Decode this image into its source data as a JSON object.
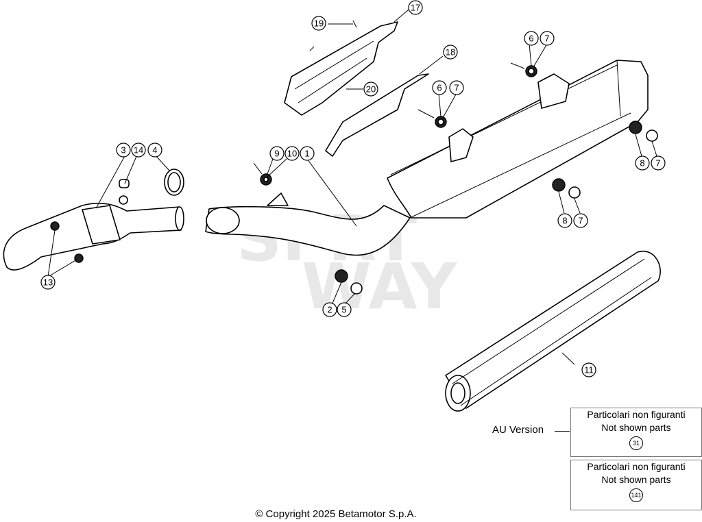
{
  "watermark": {
    "line1": "SPRT",
    "line2": "WAY"
  },
  "callouts": [
    {
      "id": "c1",
      "label": "1"
    },
    {
      "id": "c2",
      "label": "2"
    },
    {
      "id": "c3",
      "label": "3"
    },
    {
      "id": "c4",
      "label": "4"
    },
    {
      "id": "c5",
      "label": "5"
    },
    {
      "id": "c6a",
      "label": "6"
    },
    {
      "id": "c7a",
      "label": "7"
    },
    {
      "id": "c6b",
      "label": "6"
    },
    {
      "id": "c7b",
      "label": "7"
    },
    {
      "id": "c8a",
      "label": "8"
    },
    {
      "id": "c7c",
      "label": "7"
    },
    {
      "id": "c8b",
      "label": "8"
    },
    {
      "id": "c7d",
      "label": "7"
    },
    {
      "id": "c9",
      "label": "9"
    },
    {
      "id": "c10",
      "label": "10"
    },
    {
      "id": "c11",
      "label": "11"
    },
    {
      "id": "c13",
      "label": "13"
    },
    {
      "id": "c14",
      "label": "14"
    },
    {
      "id": "c17",
      "label": "17"
    },
    {
      "id": "c18",
      "label": "18"
    },
    {
      "id": "c19",
      "label": "19"
    },
    {
      "id": "c20",
      "label": "20"
    }
  ],
  "au_version": {
    "label": "AU Version"
  },
  "notes": [
    {
      "line1": "Particolari non figuranti",
      "line2": "Not shown parts",
      "ref": "31"
    },
    {
      "line1": "Particolari non figuranti",
      "line2": "Not shown parts",
      "ref": "141"
    }
  ],
  "copyright": "© Copyright 2025 Betamotor S.p.A."
}
